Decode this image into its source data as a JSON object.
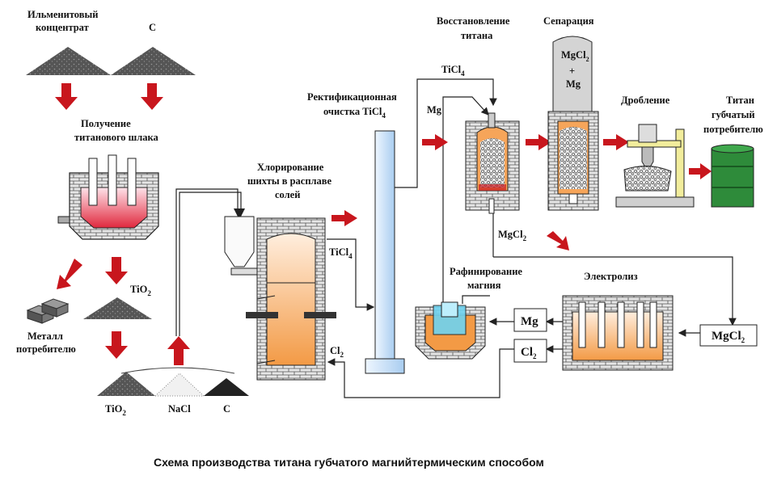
{
  "labels": {
    "ilmenite": [
      "Ильменитовый",
      "концентрат"
    ],
    "carbon_top": "C",
    "slag": [
      "Получение",
      "титанового шлака"
    ],
    "tio2_side": "TiO",
    "metal": [
      "Металл",
      "потребителю"
    ],
    "tio2_bottom": "TiO",
    "nacl": "NaCl",
    "carbon_bottom": "C",
    "chlorination": [
      "Хлорирование",
      "шихты в расплаве",
      "солей"
    ],
    "ticl4_out": "TiCl",
    "cl2_in": "Cl",
    "rectification": [
      "Ректификационная",
      "очистка TiCl"
    ],
    "ticl4_top": "TiCl",
    "mg_in": "Mg",
    "reduction": [
      "Восстановление",
      "титана"
    ],
    "separation": "Сепарация",
    "sep_column": [
      "MgCl",
      "+",
      "Mg"
    ],
    "crushing": "Дробление",
    "titan_sponge": [
      "Титан",
      "губчатый",
      "потребителю"
    ],
    "mgcl2_flow": "MgCl",
    "refining": [
      "Рафинирование",
      "магния"
    ],
    "electrolysis": "Электролиз",
    "mg_box": "Mg",
    "cl2_box": "Cl",
    "mgcl2_box": "MgCl",
    "subscript_2": "2",
    "subscript_4": "4"
  },
  "caption": "Схема производства титана губчатого магнийтермическим способом",
  "colors": {
    "arrow": "#c8161d",
    "brick": "#d9d9d9",
    "melt": "#f6a55a",
    "column": "#d6e8f8",
    "drum": "#2e8b3a",
    "bath": "#6fd3f0"
  }
}
